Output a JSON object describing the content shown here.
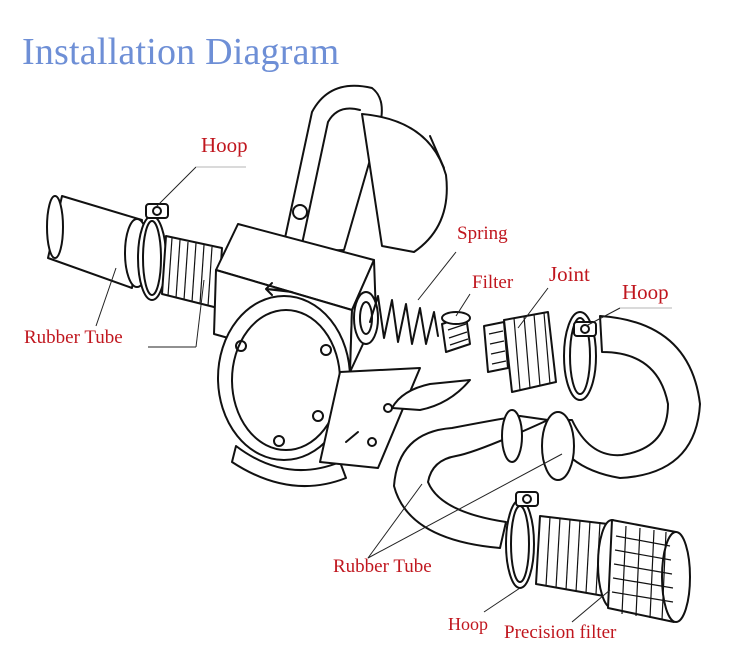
{
  "title": "Installation Diagram",
  "labels": {
    "hoop_top_left": "Hoop",
    "spring": "Spring",
    "filter": "Filter",
    "joint": "Joint",
    "hoop_right": "Hoop",
    "rubber_tube_left": "Rubber Tube",
    "rubber_tube_bottom": "Rubber Tube",
    "hoop_bottom": "Hoop",
    "precision_filter": "Precision filter"
  },
  "colors": {
    "title": "#6e8fd6",
    "label": "#c0161e",
    "line": "#111111"
  },
  "icons": {
    "direction": "left-arrow-icon"
  }
}
